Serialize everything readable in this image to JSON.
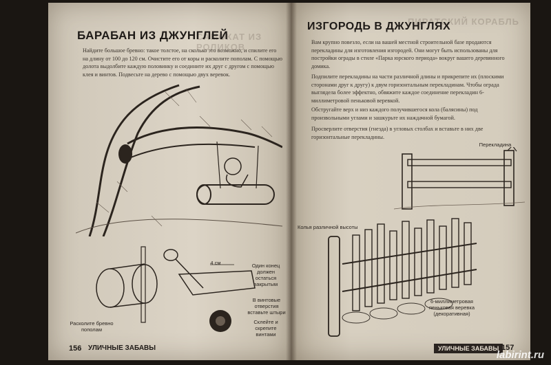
{
  "left_page": {
    "title": "БАРАБАН ИЗ ДЖУНГЛЕЙ",
    "ghost_heading": "САМОКАТ ИЗ РОЛИКОВ",
    "body": "Найдите большое бревно: такое толстое, на сколько это возможно, и спилите его на длину от 100 до 120 см. Очистите его от коры и расколите пополам. С помощью долота выдолбите каждую половинку и соедините их друг с другом с помощью клея и винтов. Подвесьте на дерево с помощью двух веревок.",
    "label_split": "Расколите бревно пополам",
    "label_width": "4 см",
    "label_closed_end": "Один конец должен остаться закрытым",
    "label_holes": "В винтовые отверстия вставьте штыри",
    "label_glue": "Склейте и скрепите винтами",
    "page_number": "156",
    "footer_section": "УЛИЧНЫЕ ЗАБАВЫ"
  },
  "right_page": {
    "title": "ИЗГОРОДЬ В ДЖУНГЛЯХ",
    "ghost_heading": "ПИРАТСКИЙ КОРАБЛЬ",
    "para1": "Вам крупно повезло, если на вашей местной строительной базе продаются перекладины для изготовления изгородей. Они могут быть использованы для постройки ограды в стиле «Парка юрского периода» вокруг вашего деревянного домика.",
    "para2": "Подпилите перекладины на части различной длины и прикрепите их (плоскими сторонами друг к другу) к двум горизонтальным перекладинам. Чтобы ограда выглядела более эффектно, обвяжите каждое соединение перекладин 6-миллиметровой пеньковой веревкой.",
    "para3": "Обстругайте верх и низ каждого получившегося кола (балясины) под произвольными углами и зашкурьте их наждачной бумагой.",
    "para4": "Просверлите отверстия (гнезда) в угловых столбах и вставьте в них две горизонтальные перекладины.",
    "label_crossbar": "Перекладина",
    "label_stakes": "Колья различной высоты",
    "label_rope": "6-миллиметровая пеньковая веревка (декоративная)",
    "footer_section": "УЛИЧНЫЕ ЗАБАВЫ",
    "page_number": "157"
  },
  "watermark": "labirint.ru"
}
